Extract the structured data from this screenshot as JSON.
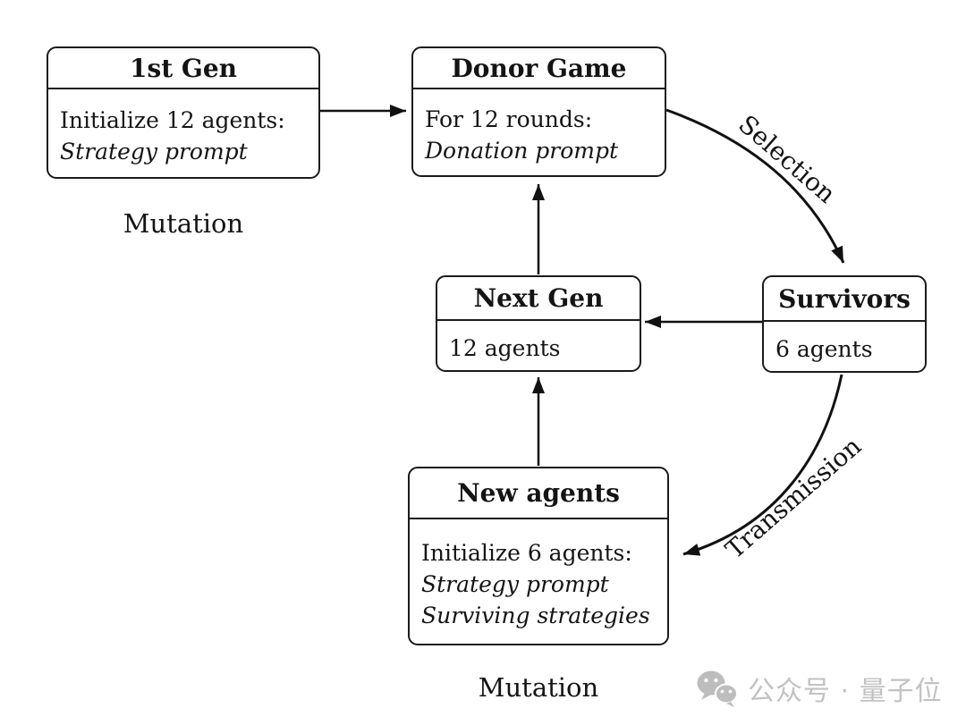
{
  "colors": {
    "background": "#ffffff",
    "box_border": "#1b1b1b",
    "text": "#141414",
    "arrow": "#111111",
    "watermark": "#c2c2c2"
  },
  "boxes": {
    "first_gen": {
      "title": "1st Gen",
      "line1": "Initialize 12 agents:",
      "line2": "Strategy prompt"
    },
    "donor_game": {
      "title": "Donor Game",
      "line1": "For 12 rounds:",
      "line2": "Donation prompt"
    },
    "next_gen": {
      "title": "Next Gen",
      "line1": "12 agents"
    },
    "survivors": {
      "title": "Survivors",
      "line1": "6 agents"
    },
    "new_agents": {
      "title": "New agents",
      "line1": "Initialize 6 agents:",
      "line2": "Strategy prompt",
      "line3": "Surviving strategies"
    }
  },
  "labels": {
    "mutation_top": "Mutation",
    "mutation_bottom": "Mutation",
    "selection": "Selection",
    "transmission": "Transmission"
  },
  "watermark": {
    "icon": "wechat-icon",
    "text": "公众号 · 量子位"
  }
}
